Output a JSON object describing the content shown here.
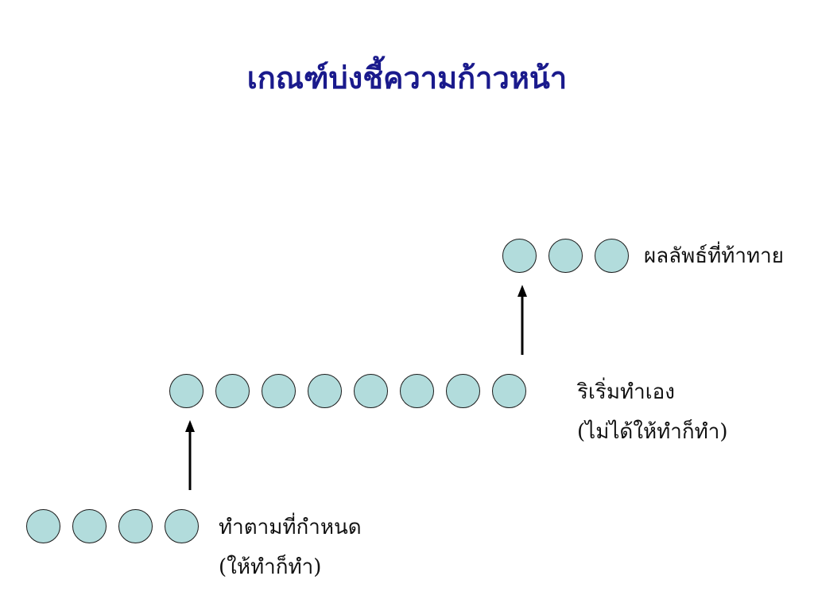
{
  "title": "เกณฑ์บ่งชี้ความก้าวหน้า",
  "levels": [
    {
      "id": "top",
      "dot_count": 3,
      "label_lines": [
        "ผลลัพธ์ที่ท้าทาย"
      ]
    },
    {
      "id": "middle",
      "dot_count": 8,
      "label_lines": [
        "ริเริ่มทำเอง",
        "(ไม่ได้ให้ทำก็ทำ)"
      ]
    },
    {
      "id": "bottom",
      "dot_count": 4,
      "label_lines": [
        "ทำตามที่กำหนด",
        "(ให้ทำก็ทำ)"
      ]
    }
  ],
  "colors": {
    "title": "#1a1a8c",
    "dot_fill": "#b2dcdc",
    "dot_stroke": "#1a1a1a",
    "arrow": "#000000"
  }
}
